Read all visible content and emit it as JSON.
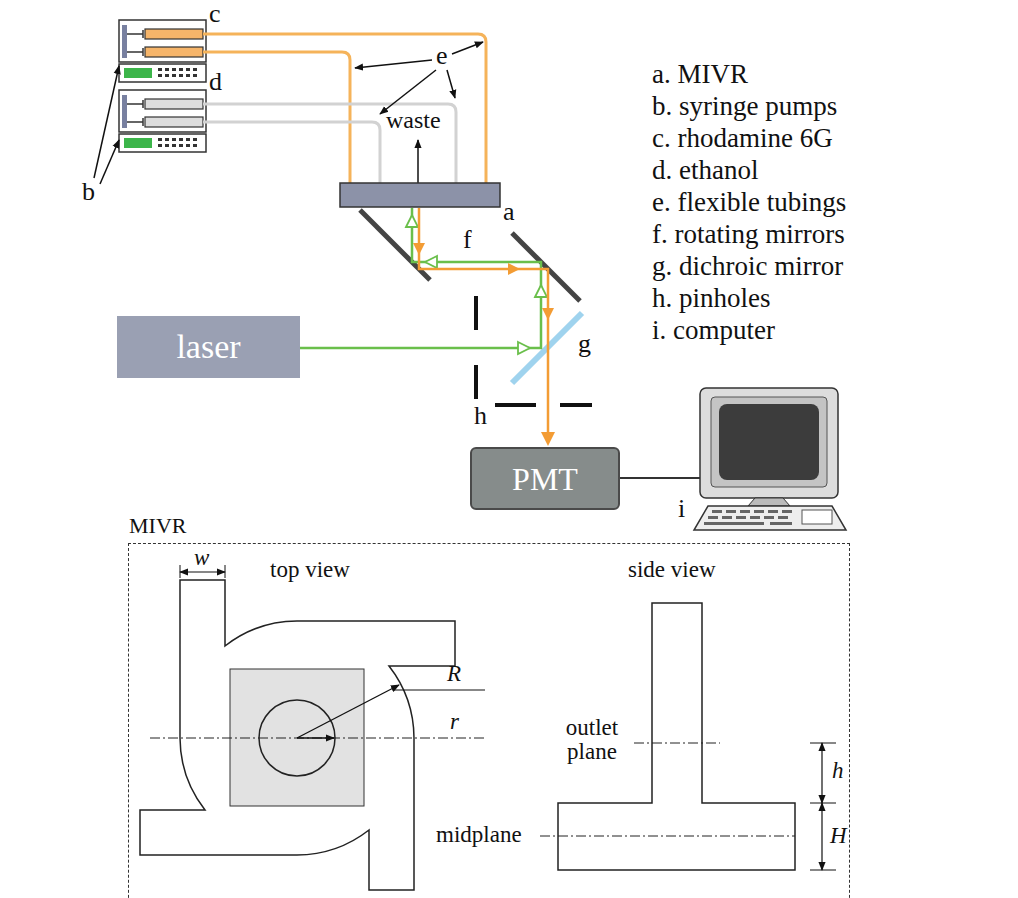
{
  "diagram": {
    "nodes": [
      {
        "text": [
          "laser"
        ]
      },
      {
        "text": [
          "PMT"
        ]
      },
      {
        "text": [
          "MIVR"
        ]
      }
    ],
    "labels": [
      "c",
      "d",
      "e",
      "b",
      "waste",
      "a",
      "f",
      "g",
      "h",
      "i",
      "a. MIVR",
      "b. syringe pumps",
      "c. rhodamine 6G",
      "d. ethanol",
      "e. flexible tubings",
      "f. rotating mirrors",
      "g. dichroic mirror",
      "h. pinholes",
      "i. computer",
      "w",
      "top view",
      "R",
      "r",
      "side view",
      "outlet plane",
      "midplane",
      "h",
      "H"
    ]
  }
}
